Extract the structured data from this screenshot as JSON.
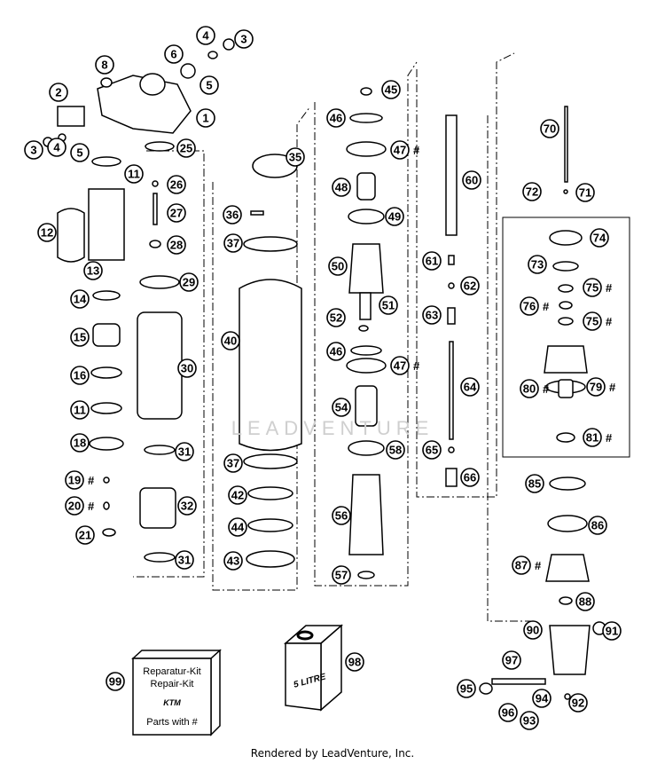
{
  "diagram": {
    "watermark": "LEADVENTURE",
    "footer": "Rendered by LeadVenture, Inc.",
    "kit_box": {
      "line1": "Reparatur-Kit",
      "line2": "Repair-Kit",
      "logo": "KTM",
      "line3": "Parts with #"
    },
    "oil_can": {
      "label": "5 LITRE"
    },
    "callouts": [
      {
        "label": "1"
      },
      {
        "label": "2"
      },
      {
        "label": "3"
      },
      {
        "label": "3"
      },
      {
        "label": "4"
      },
      {
        "label": "4"
      },
      {
        "label": "5"
      },
      {
        "label": "5"
      },
      {
        "label": "6"
      },
      {
        "label": "8"
      },
      {
        "label": "11"
      },
      {
        "label": "11"
      },
      {
        "label": "12"
      },
      {
        "label": "13"
      },
      {
        "label": "14"
      },
      {
        "label": "15"
      },
      {
        "label": "16"
      },
      {
        "label": "18"
      },
      {
        "label": "19",
        "suffix": "#"
      },
      {
        "label": "20",
        "suffix": "#"
      },
      {
        "label": "21"
      },
      {
        "label": "25"
      },
      {
        "label": "26"
      },
      {
        "label": "27"
      },
      {
        "label": "28"
      },
      {
        "label": "29"
      },
      {
        "label": "30"
      },
      {
        "label": "31"
      },
      {
        "label": "31"
      },
      {
        "label": "32"
      },
      {
        "label": "35"
      },
      {
        "label": "36"
      },
      {
        "label": "37"
      },
      {
        "label": "37"
      },
      {
        "label": "40"
      },
      {
        "label": "42"
      },
      {
        "label": "43"
      },
      {
        "label": "44"
      },
      {
        "label": "45"
      },
      {
        "label": "46"
      },
      {
        "label": "46"
      },
      {
        "label": "47",
        "suffix": "#"
      },
      {
        "label": "47",
        "suffix": "#"
      },
      {
        "label": "48"
      },
      {
        "label": "49"
      },
      {
        "label": "50"
      },
      {
        "label": "51"
      },
      {
        "label": "52"
      },
      {
        "label": "54"
      },
      {
        "label": "56"
      },
      {
        "label": "57"
      },
      {
        "label": "58"
      },
      {
        "label": "60"
      },
      {
        "label": "61"
      },
      {
        "label": "62"
      },
      {
        "label": "63"
      },
      {
        "label": "64"
      },
      {
        "label": "65"
      },
      {
        "label": "66"
      },
      {
        "label": "70"
      },
      {
        "label": "71"
      },
      {
        "label": "72"
      },
      {
        "label": "73"
      },
      {
        "label": "74"
      },
      {
        "label": "75",
        "suffix": "#"
      },
      {
        "label": "75",
        "suffix": "#"
      },
      {
        "label": "76",
        "suffix": "#"
      },
      {
        "label": "79",
        "suffix": "#"
      },
      {
        "label": "80",
        "suffix": "#"
      },
      {
        "label": "81",
        "suffix": "#"
      },
      {
        "label": "85"
      },
      {
        "label": "86"
      },
      {
        "label": "87",
        "suffix": "#"
      },
      {
        "label": "88"
      },
      {
        "label": "90"
      },
      {
        "label": "91"
      },
      {
        "label": "92"
      },
      {
        "label": "93"
      },
      {
        "label": "94"
      },
      {
        "label": "95"
      },
      {
        "label": "96"
      },
      {
        "label": "97"
      },
      {
        "label": "98"
      },
      {
        "label": "99"
      }
    ]
  }
}
